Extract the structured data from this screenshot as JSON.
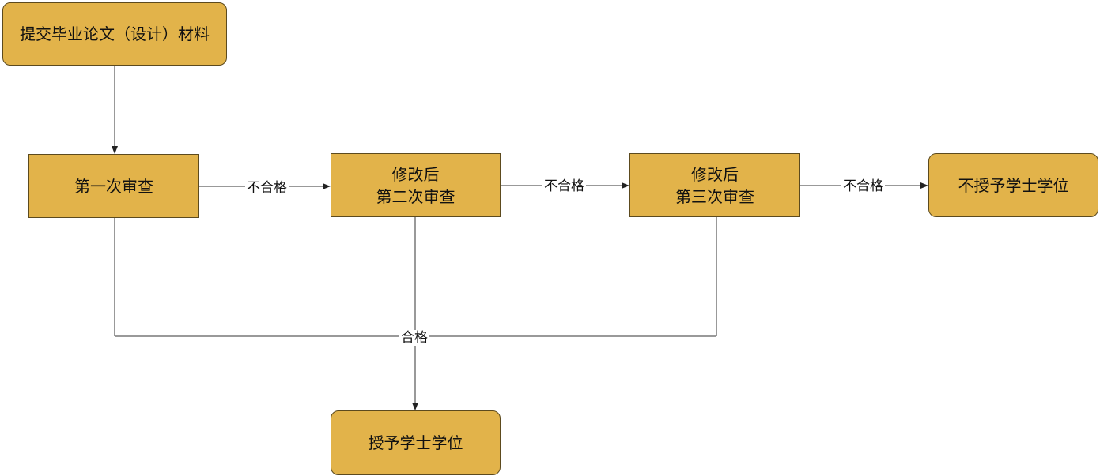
{
  "flowchart": {
    "nodes": {
      "submit": {
        "text": "提交毕业论文（设计）材料"
      },
      "first_review": {
        "text": "第一次审查"
      },
      "second_review": {
        "line1": "修改后",
        "line2": "第二次审查"
      },
      "third_review": {
        "line1": "修改后",
        "line2": "第三次审查"
      },
      "deny_degree": {
        "text": "不授予学士学位"
      },
      "grant_degree": {
        "text": "授予学士学位"
      }
    },
    "edge_labels": {
      "fail_1": "不合格",
      "fail_2": "不合格",
      "fail_3": "不合格",
      "pass": "合格"
    }
  },
  "colors": {
    "node_fill": "#e2b34a",
    "node_border": "#5c4a1e",
    "line": "#333333"
  }
}
